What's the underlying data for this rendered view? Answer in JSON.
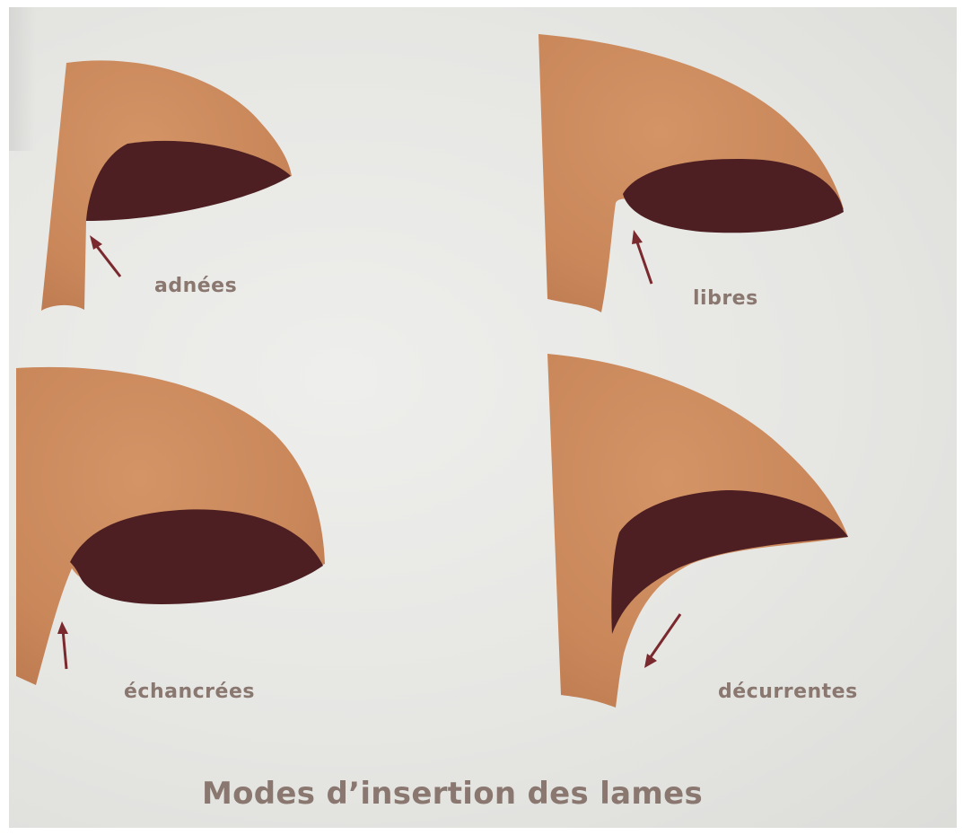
{
  "figure": {
    "title": "Modes d’insertion des lames",
    "labels": {
      "adnees": "adnées",
      "libres": "libres",
      "echancrees": "échancrées",
      "decurrentes": "décurrentes"
    }
  },
  "colors": {
    "cap_flesh": "#cc8a5d",
    "gills": "#4d1f22",
    "arrow": "#7a2a2e",
    "label_text": "#8a7870",
    "paper": "#e6e6e3"
  }
}
